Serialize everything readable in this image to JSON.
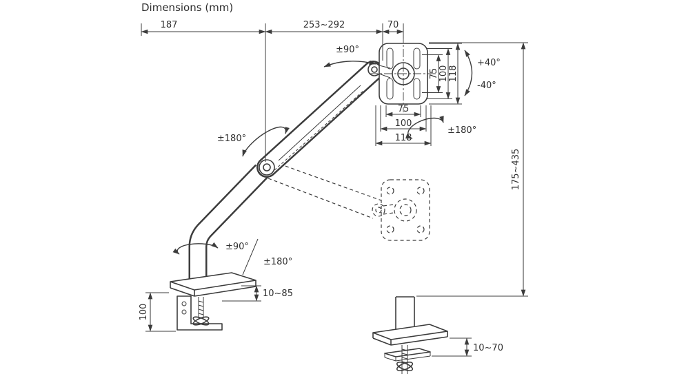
{
  "title": "Dimensions (mm)",
  "colors": {
    "line": "#3c3c3c",
    "text": "#2f2f2f",
    "background": "#ffffff"
  },
  "dims": {
    "top_left": "187",
    "top_mid": "253~292",
    "top_right": "70",
    "vesa_v_inner": "75",
    "vesa_v_mid": "100",
    "vesa_v_outer": "118",
    "vesa_h_inner": "75",
    "vesa_h_mid": "100",
    "vesa_h_outer": "118",
    "tilt_up": "+40°",
    "tilt_down": "-40°",
    "height_range": "175~435",
    "clamp_range": "10~85",
    "base_height": "100",
    "grommet_range": "10~70"
  },
  "rotations": {
    "monitor_swivel": "±90°",
    "arm_rotation": "±180°",
    "vesa_rotation": "±180°",
    "base_90": "±90°",
    "base_180": "±180°"
  }
}
